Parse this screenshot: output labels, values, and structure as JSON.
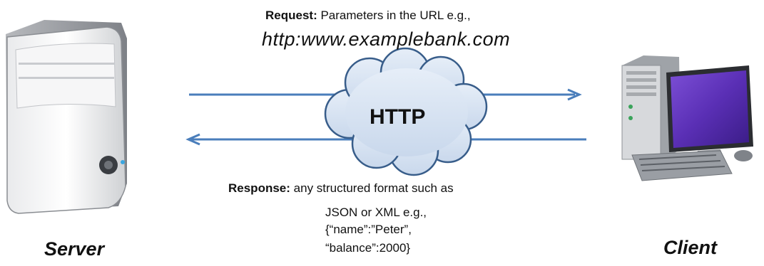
{
  "request": {
    "label": "Request:",
    "text": "Parameters in the URL e.g.,",
    "url": "http:www.examplebank.com"
  },
  "protocol": {
    "label": "HTTP"
  },
  "response": {
    "label": "Response:",
    "text": "any structured format such as",
    "lines": [
      "JSON or XML e.g.,",
      "{“name”:”Peter”,",
      "“balance”:2000}"
    ]
  },
  "nodes": {
    "server": "Server",
    "client": "Client"
  },
  "icons": {
    "server": "server-tower-icon",
    "client": "desktop-computer-icon",
    "cloud": "cloud-icon",
    "request_arrow": "arrow-right-icon",
    "response_arrow": "arrow-left-icon"
  },
  "colors": {
    "arrow": "#4a7ebb",
    "cloud_fill": "#dbe6f4",
    "cloud_stroke": "#385d8a"
  }
}
